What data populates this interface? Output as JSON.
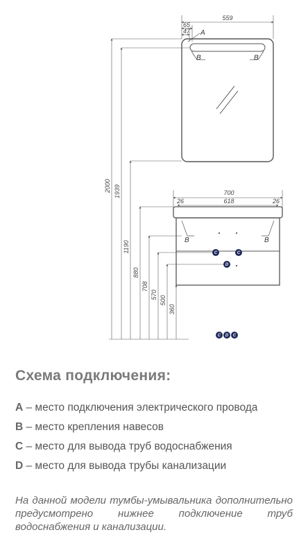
{
  "diagram": {
    "top_dims": {
      "d559": "559",
      "d65": "65",
      "d47": "47"
    },
    "mirror_labels": {
      "a": "A",
      "b_left": "B",
      "b_right": "B"
    },
    "cabinet_dims": {
      "d700": "700",
      "d618": "618",
      "d26_left": "26",
      "d26_right": "26"
    },
    "cabinet_labels": {
      "b_left": "B",
      "b_right": "B",
      "c1": "C",
      "c2": "C",
      "d": "D"
    },
    "height_dims": [
      "2000",
      "1939",
      "1190",
      "880",
      "708",
      "570",
      "500",
      "360"
    ],
    "bottom_legend": [
      "C",
      "D",
      "C"
    ]
  },
  "title": "Схема подключения:",
  "legend": [
    {
      "key": "A",
      "text": " – место подключения электрического провода"
    },
    {
      "key": "B",
      "text": " – место крепления навесов"
    },
    {
      "key": "C",
      "text": " – место для вывода труб водоснабжения"
    },
    {
      "key": "D",
      "text": " – место для вывода трубы канализации"
    }
  ],
  "note": "На данной модели тумбы-умывальника дополнительно предусмотрено нижнее подключение труб водоснабжения и канализации.",
  "colors": {
    "line": "#555555",
    "circle": "#1e2a5a",
    "title": "#7a7a7a",
    "text": "#555555"
  }
}
